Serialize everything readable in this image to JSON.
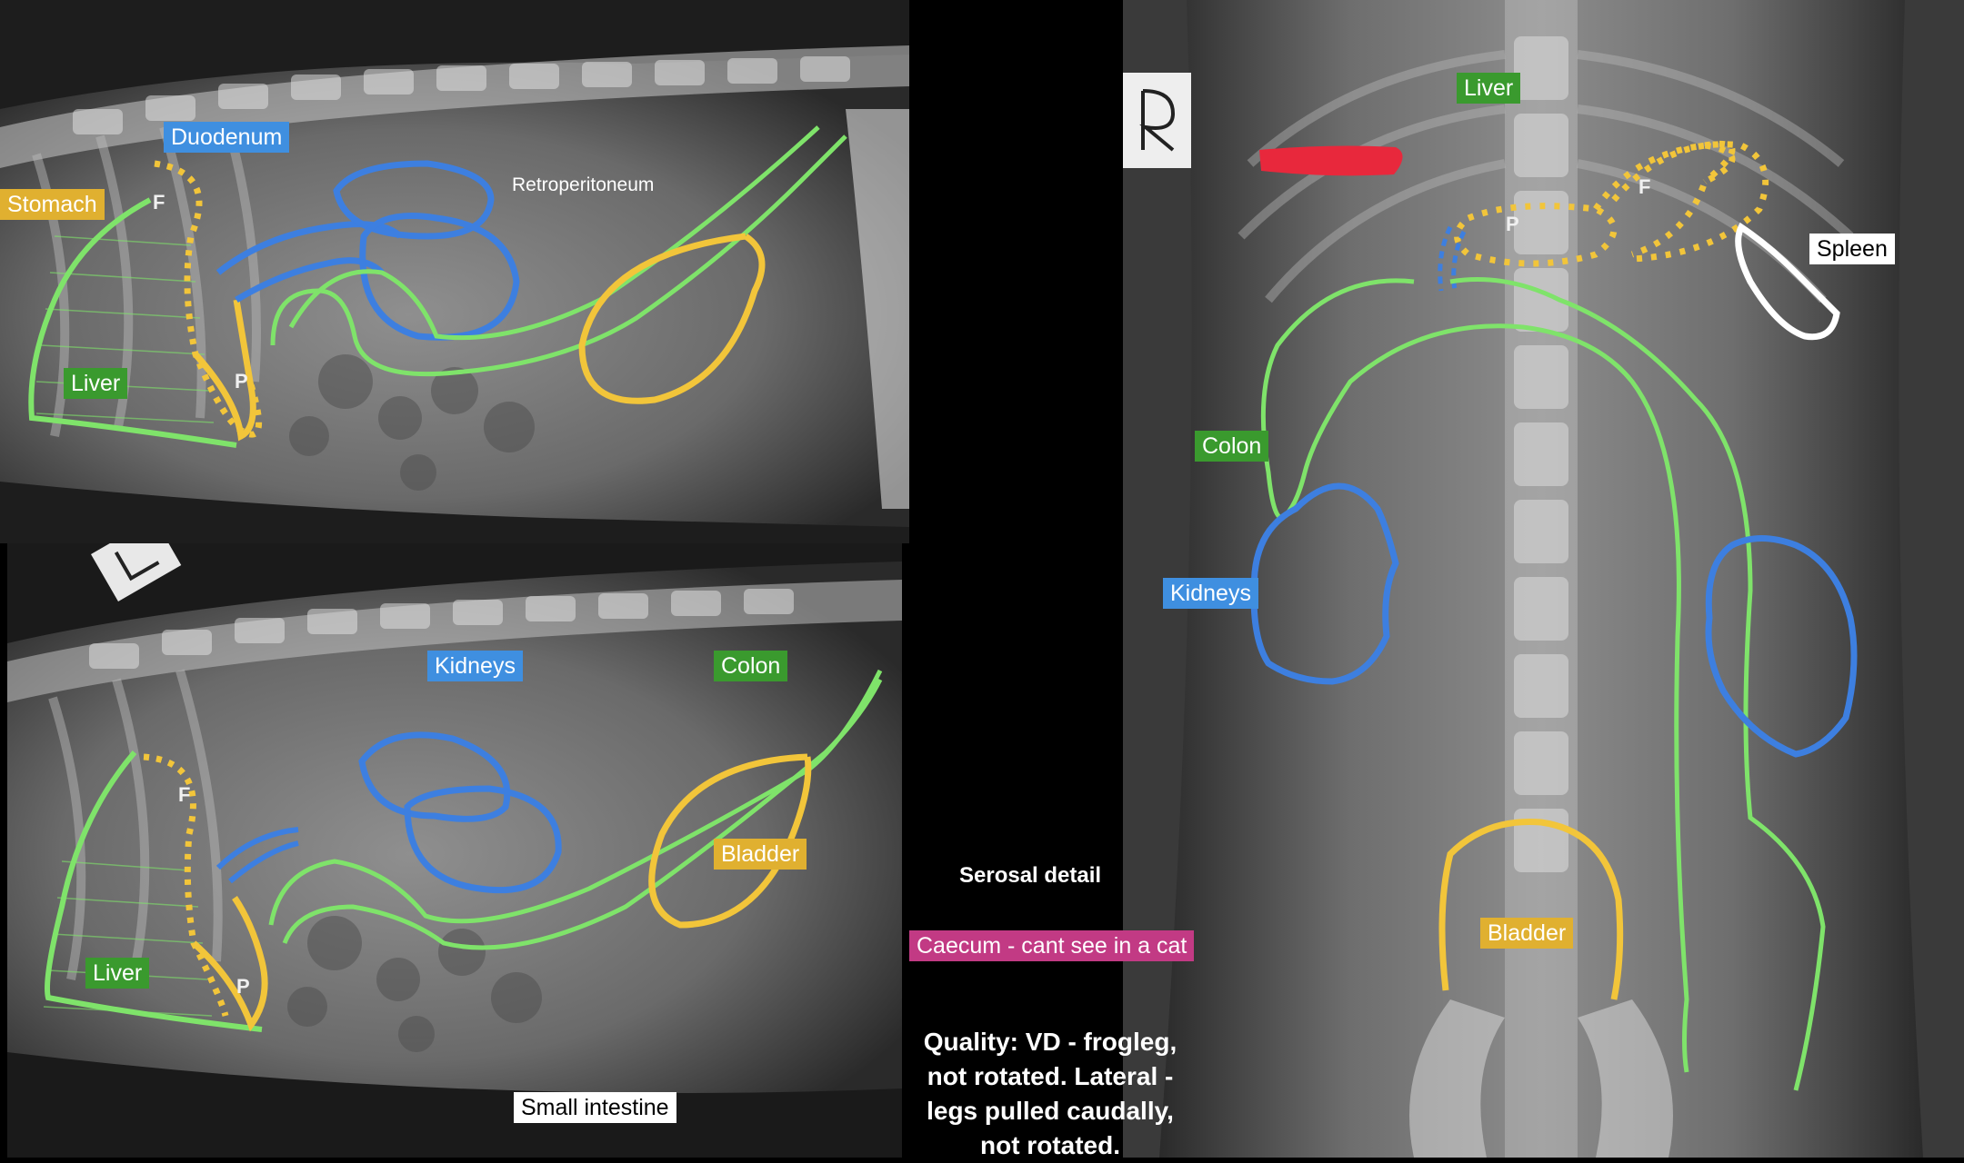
{
  "lateral_top": {
    "labels": {
      "stomach": "Stomach",
      "duodenum": "Duodenum",
      "retroperitoneum": "Retroperitoneum",
      "liver": "Liver",
      "f": "F",
      "p": "P"
    }
  },
  "lateral_bottom": {
    "marker": "L",
    "labels": {
      "kidneys": "Kidneys",
      "colon": "Colon",
      "bladder": "Bladder",
      "liver": "Liver",
      "f": "F",
      "p": "P",
      "small_intestine": "Small intestine"
    }
  },
  "vd_view": {
    "marker": "R",
    "labels": {
      "liver": "Liver",
      "spleen": "Spleen",
      "colon": "Colon",
      "kidneys": "Kidneys",
      "bladder": "Bladder",
      "f": "F",
      "p": "P"
    }
  },
  "notes": {
    "serosal": "Serosal detail",
    "caecum": "Caecum - cant see in a cat",
    "quality_lines": [
      "Quality: VD - frogleg,",
      "not rotated. Lateral -",
      "legs pulled caudally,",
      "not rotated."
    ]
  },
  "colors": {
    "green_outline": "#7fe36a",
    "blue_outline": "#3d7fe0",
    "yellow_outline": "#f2c53a",
    "white_outline": "#ffffff",
    "red_mark": "#e8283c"
  }
}
